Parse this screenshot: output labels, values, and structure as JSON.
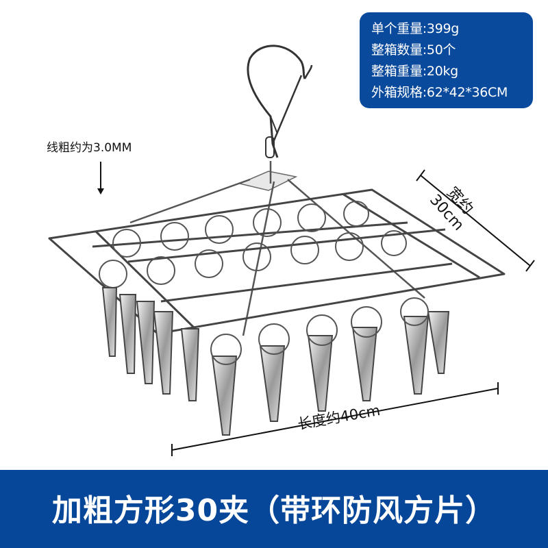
{
  "spec_box": {
    "background": "#0a4a9c",
    "lines": [
      "单个重量:399g",
      "整箱数量:50个",
      "整箱重量:20kg",
      "外箱规格:62*42*36CM"
    ]
  },
  "annotations": {
    "wire_thickness": "线粗约为3.0MM",
    "width_line1": "宽约",
    "width_line2": "30cm",
    "length": "长度约40cm"
  },
  "product": {
    "name": "stainless-steel-square-clip-hanger",
    "clip_count": 30
  },
  "banner": {
    "background": "#06479a",
    "title": "加粗方形30夹（带环防风方片）"
  }
}
